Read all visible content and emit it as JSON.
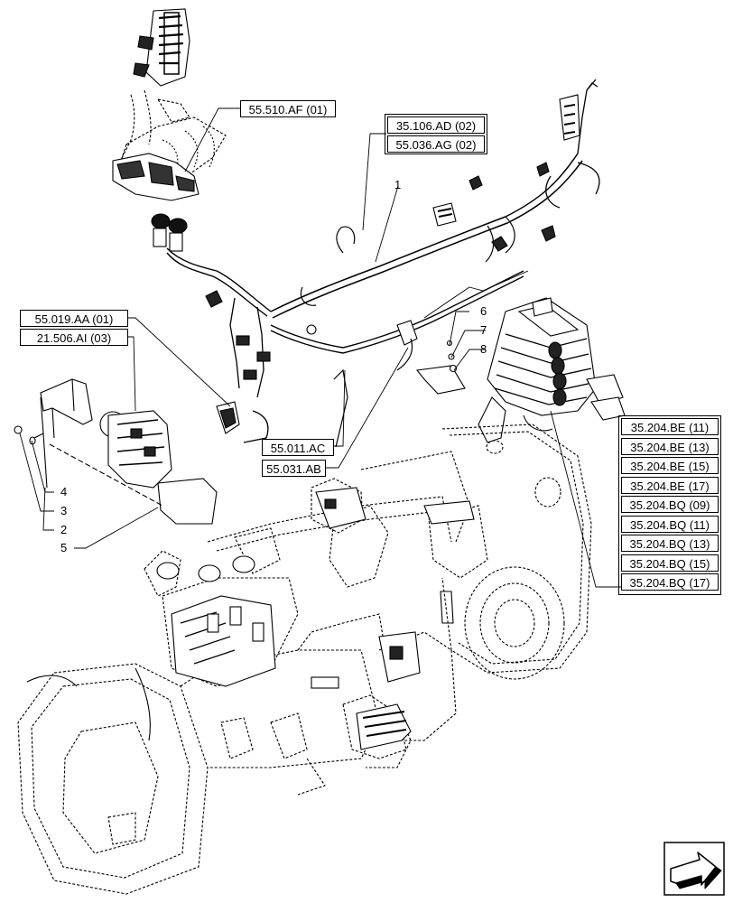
{
  "references": {
    "harness_cab": "55.510.AF (01)",
    "top_1": "35.106.AD (02)",
    "top_2": "55.036.AG (02)",
    "left_1": "55.019.AA (01)",
    "left_2": "21.506.AI (03)",
    "mid_1": "55.011.AC",
    "mid_2": "55.031.AB",
    "right_list": [
      "35.204.BE (11)",
      "35.204.BE (13)",
      "35.204.BE (15)",
      "35.204.BE (17)",
      "35.204.BQ (09)",
      "35.204.BQ (11)",
      "35.204.BQ (13)",
      "35.204.BQ (15)",
      "35.204.BQ (17)"
    ]
  },
  "callouts": [
    "1",
    "2",
    "3",
    "4",
    "5",
    "6",
    "7",
    "8"
  ],
  "nav_icon": "next-page-arrow-icon"
}
